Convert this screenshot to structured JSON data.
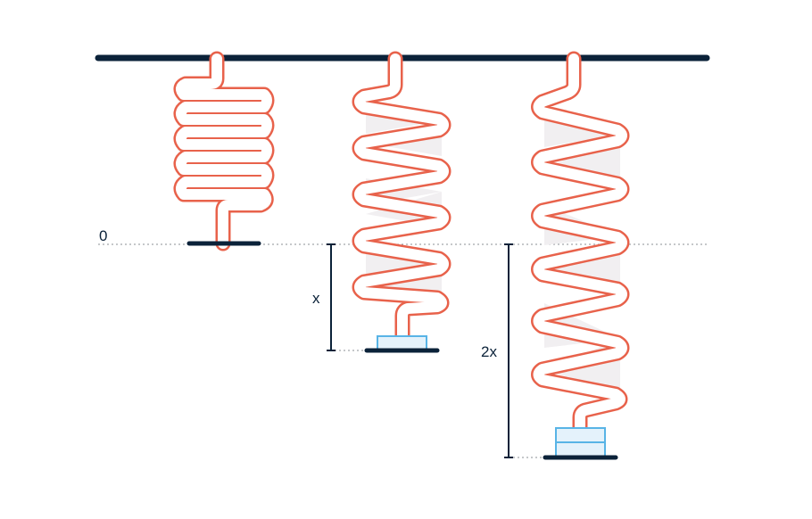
{
  "labels": {
    "zero": "0",
    "x": "x",
    "two_x": "2x"
  },
  "springs": [
    {
      "id": "unloaded",
      "masses": 0,
      "extension": "0"
    },
    {
      "id": "one-mass",
      "masses": 1,
      "extension": "x"
    },
    {
      "id": "two-masses",
      "masses": 2,
      "extension": "2x"
    }
  ],
  "colors": {
    "spring": "#e8624b",
    "spring_fill": "#f1eff1",
    "ceiling": "#0b2239",
    "mass_fill": "#e4f2fb",
    "mass_stroke": "#58b4e6",
    "guide": "#8b8f96",
    "text": "#0b2239"
  }
}
